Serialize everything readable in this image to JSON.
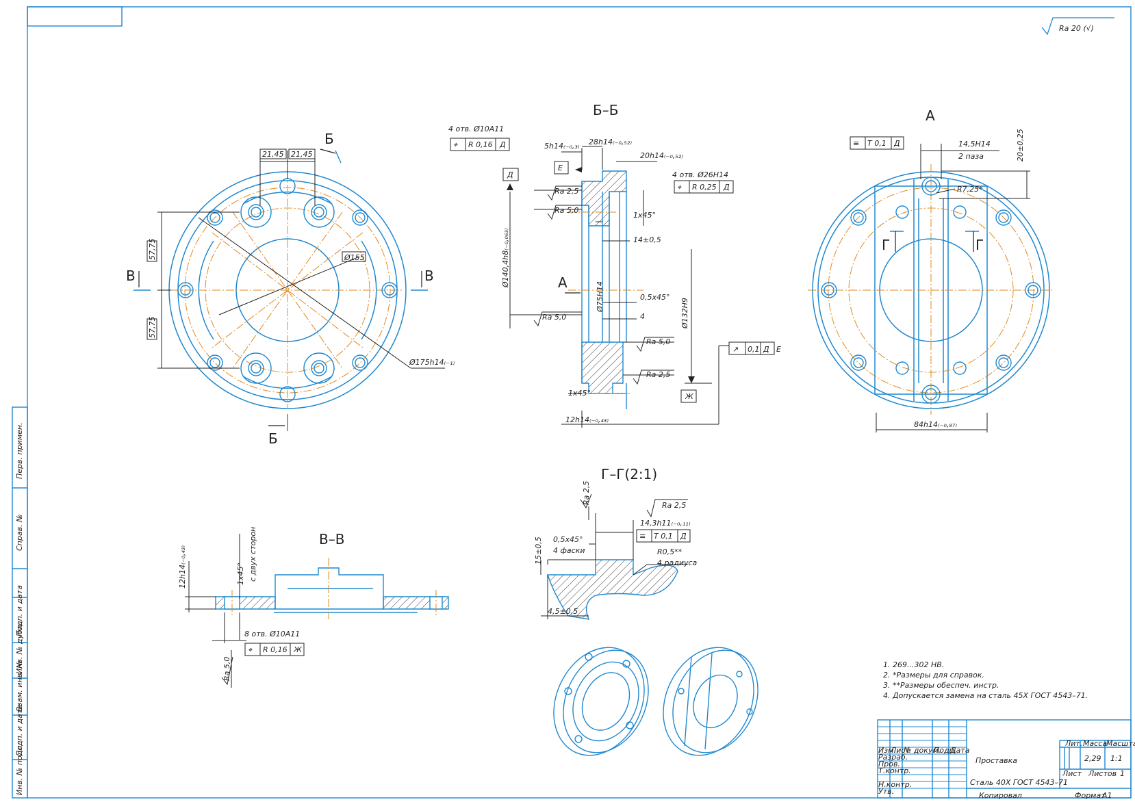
{
  "roughness": {
    "general": "Ra 20 (√)"
  },
  "views": {
    "front": {
      "cut_b": "Б",
      "cut_v": "В",
      "dim_2145_left": "21,45",
      "dim_2145_right": "21,45",
      "dim_5775_top": "57,75",
      "dim_5775_bottom": "57,75",
      "dim_d155": "Ø155",
      "dim_d175": "Ø175h14₍₋₁₎"
    },
    "section_bb": {
      "title": "Б–Б",
      "holes_note": "4 отв. Ø10A11",
      "tol_pos1_value": "R 0,16",
      "tol_pos1_base": "Д",
      "dim_5h14": "5h14₍₋₀,₃₎",
      "dim_28h14": "28h14₍₋₀,₅₂₎",
      "dim_20h14": "20h14₍₋₀,₅₂₎",
      "base_e": "Е",
      "base_d": "Д",
      "base_zh": "Ж",
      "holes_note2": "4 отв. Ø26H14",
      "tol_pos2_value": "R 0,25",
      "tol_pos2_base": "Д",
      "ra25_a": "Ra 2,5",
      "ra50_a": "Ra 5,0",
      "chamfer_1x45_a": "1x45°",
      "dim_14": "14±0,5",
      "dim_d140": "Ø140,4h8₍₋₀,₀₆₃₎",
      "view_a": "А",
      "dim_d75": "Ø75H14",
      "chamfer_05x45": "0,5x45°",
      "dim_4": "4",
      "ra50_b": "Ra 5,0",
      "ra50_c": "Ra 5,0",
      "ra25_b": "Ra 2,5",
      "dim_d132": "Ø132H9",
      "tol_runout_value": "0,1",
      "tol_runout_b1": "Д",
      "tol_runout_b2": "Е",
      "chamfer_1x45_b": "1x45°",
      "dim_12h14": "12h14₍₋₀,₄₃₎"
    },
    "view_a": {
      "title": "А",
      "tol_sym_value": "T 0,1",
      "tol_sym_base": "Д",
      "dim_145": "14,5H14",
      "slots": "2 паза",
      "dim_20": "20±0,25",
      "dim_r725": "R7,25*",
      "cut_g": "Г",
      "dim_84": "84h14₍₋₀,₈₇₎"
    },
    "section_vv": {
      "title": "В–В",
      "dim_12": "12h14₍₋₀,₄₃₎",
      "chamfer": "1x45°",
      "chamfer_note": "с двух сторон",
      "holes_note": "8 отв. Ø10A11",
      "tol_value": "R 0,16",
      "tol_base": "Ж",
      "ra": "Ra 5,0"
    },
    "section_gg": {
      "title": "Г–Г(2:1)",
      "ra25_a": "Ra 2,5",
      "ra25_b": "Ra 2,5",
      "dim_143": "14,3h11₍₋₀,₁₁₎",
      "tol_value": "T 0,1",
      "tol_base": "Д",
      "chamfer": "0,5x45°",
      "chamfer_note": "4 фаски",
      "dim_15": "15±0,5",
      "radius": "R0,5**",
      "radius_note": "4 радиуса",
      "dim_45": "4,5±0,5"
    }
  },
  "notes": [
    "1. 269...302 НВ.",
    "2. *Размеры для справок.",
    "3. **Размеры обеспеч. инстр.",
    "4. Допускается замена на сталь 45Х ГОСТ 4543–71."
  ],
  "title_block": {
    "name": "Проставка",
    "material": "Сталь 40Х  ГОСТ 4543–71",
    "mass": "2,29",
    "scale": "1:1",
    "col_lit": "Лит.",
    "col_mass": "Масса",
    "col_scale": "Масштаб",
    "col_izm": "Изм.",
    "col_list": "Лист",
    "col_ndoc": "№ докум.",
    "col_podp": "Подп.",
    "col_data": "Дата",
    "row_razrab": "Разраб.",
    "row_prov": "Пров.",
    "row_tkontr": "Т.контр.",
    "row_nkontr": "Н.контр.",
    "row_utv": "Утв.",
    "sheet_label": "Лист",
    "sheets_label": "Листов",
    "sheets_value": "1",
    "copied": "Копировал",
    "format": "Формат",
    "format_value": "А1"
  },
  "side_stamp": [
    "Перв. примен.",
    "Справ. №",
    "Подп. и дата",
    "Инв. № дубл.",
    "Взам. инв. №",
    "Подп. и дата",
    "Инв. № подл."
  ]
}
